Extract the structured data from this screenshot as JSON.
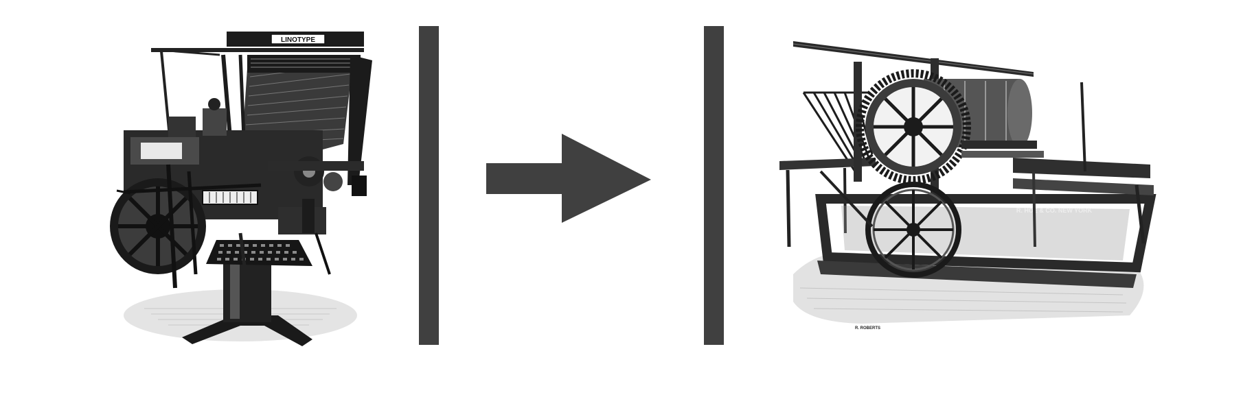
{
  "colors": {
    "divider": "#404040",
    "arrow": "#404040",
    "ink": "#151515",
    "paper": "#ffffff"
  },
  "left_figure": {
    "plate_text": "LINOTYPE"
  },
  "right_figure": {
    "maker_text": "R. HOE & CO. NEW YORK",
    "signature_text": "R. ROBERTS"
  },
  "icons": {
    "arrow": "right-arrow-icon"
  }
}
